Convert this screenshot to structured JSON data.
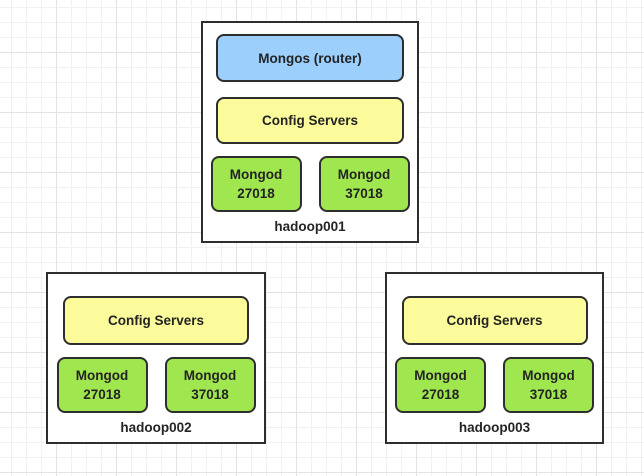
{
  "colors": {
    "router_fill": "#9CCFFC",
    "config_fill": "#FBFB9B",
    "mongod_fill": "#A0E64F",
    "shape_border": "#2E2E2E",
    "text": "#242424",
    "grid_minor": "#F1F1F1",
    "grid_major": "#E3E3E3",
    "canvas_bg": "#FFFFFF"
  },
  "nodes": [
    {
      "label": "hadoop001",
      "router": "Mongos (router)",
      "config": "Config Servers",
      "mongods": [
        {
          "name": "Mongod",
          "port": "27018"
        },
        {
          "name": "Mongod",
          "port": "37018"
        }
      ]
    },
    {
      "label": "hadoop002",
      "config": "Config Servers",
      "mongods": [
        {
          "name": "Mongod",
          "port": "27018"
        },
        {
          "name": "Mongod",
          "port": "37018"
        }
      ]
    },
    {
      "label": "hadoop003",
      "config": "Config Servers",
      "mongods": [
        {
          "name": "Mongod",
          "port": "27018"
        },
        {
          "name": "Mongod",
          "port": "37018"
        }
      ]
    }
  ]
}
